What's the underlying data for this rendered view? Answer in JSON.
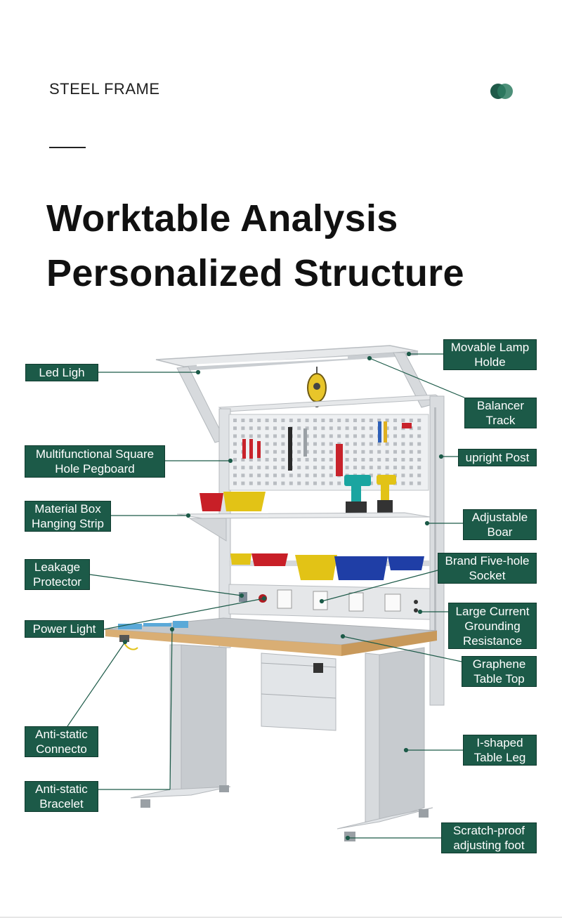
{
  "header": {
    "eyebrow": "STEEL FRAME",
    "title_line1": "Worktable Analysis",
    "title_line2": "Personalized Structure"
  },
  "colors": {
    "label_bg": "#1c5a48",
    "accent_dark": "#1f5a49",
    "accent_light": "#2e7d62",
    "frame": "#d9dcdf",
    "tabletop": "#d7ad72"
  },
  "labels": {
    "led_light": "Led Ligh",
    "lamp_holder": "Movable Lamp\nHolde",
    "balancer_track": "Balancer\nTrack",
    "pegboard": "Multifunctional Square\nHole Pegboard",
    "upright_post": "upright Post",
    "material_box": "Material Box\nHanging Strip",
    "adjustable_board": "Adjustable\nBoar",
    "leakage_protector": "Leakage\nProtector",
    "socket": "Brand Five-hole\nSocket",
    "power_light": "Power Light",
    "grounding": "Large Current\nGrounding\nResistance",
    "graphene_top": "Graphene\nTable Top",
    "connector": "Anti-static\nConnecto",
    "leg": "I-shaped\nTable Leg",
    "bracelet": "Anti-static\nBracelet",
    "foot": "Scratch-proof\nadjusting foot"
  }
}
